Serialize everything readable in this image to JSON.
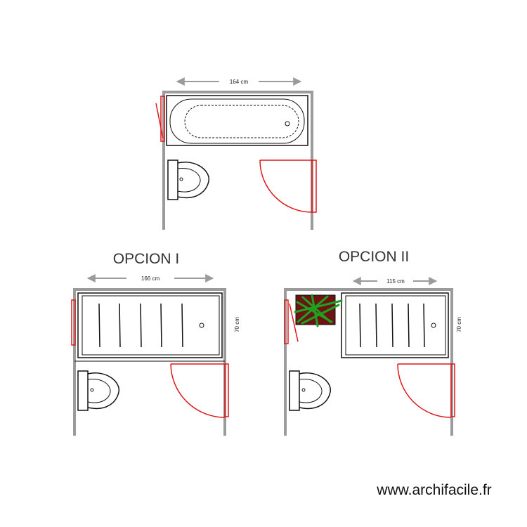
{
  "plans": {
    "original": {
      "dimension_label": "164 cm"
    },
    "option1": {
      "title": "OPCION I",
      "dimension_label": "166 cm",
      "side_label": "70 cm"
    },
    "option2": {
      "title": "OPCION II",
      "dimension_label": "115 cm",
      "side_label": "70 cm"
    }
  },
  "watermark": "www.archifacile.fr",
  "colors": {
    "wall": "#9b9b9b",
    "fixture_line": "#111111",
    "door": "#e01818",
    "plant_box": "#6b1414",
    "plant_leaves": "#1fa01f"
  },
  "icons": [
    "bathtub-icon",
    "toilet-icon",
    "door-swing-icon",
    "shower-tray-icon",
    "plant-icon"
  ]
}
